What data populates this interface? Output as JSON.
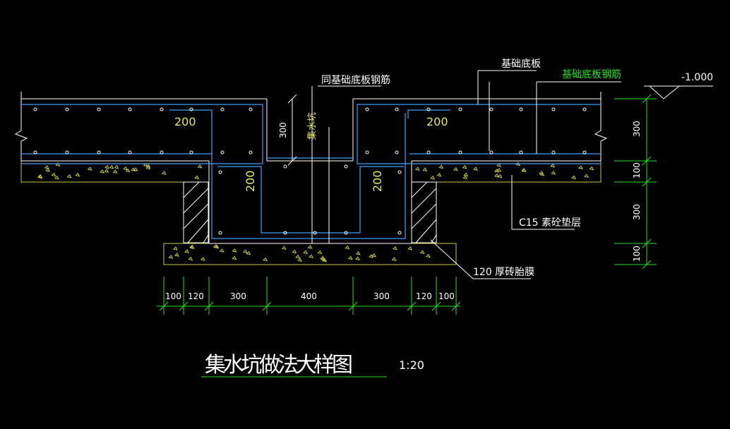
{
  "colors": {
    "background": "#000000",
    "structure": "#ffffff",
    "concrete": "#c8c84a",
    "rebar": "#3ea0ff",
    "dimension": "#22dd22",
    "label": "#ffffff",
    "bar_dim_text": "#e6e65a",
    "leader_green": "#22dd22"
  },
  "labels": {
    "same_rebar": "同基础底板钢筋",
    "base_slab": "基础底板",
    "base_slab_rebar": "基础底板钢筋",
    "elevation": "-1.000",
    "pit": "集水坑",
    "cushion": "C15 素砼垫层",
    "brick_form": "120 厚砖胎膜"
  },
  "bar_dims": {
    "left_top": "200",
    "right_top": "200",
    "pit_depth": "300",
    "pit_left": "200",
    "pit_right": "200"
  },
  "right_dims": [
    "300",
    "100",
    "300",
    "100"
  ],
  "bottom_dims": [
    "100",
    "120",
    "300",
    "400",
    "300",
    "120",
    "100"
  ],
  "title": {
    "main": "集水坑做法大样图",
    "scale": "1:20"
  }
}
